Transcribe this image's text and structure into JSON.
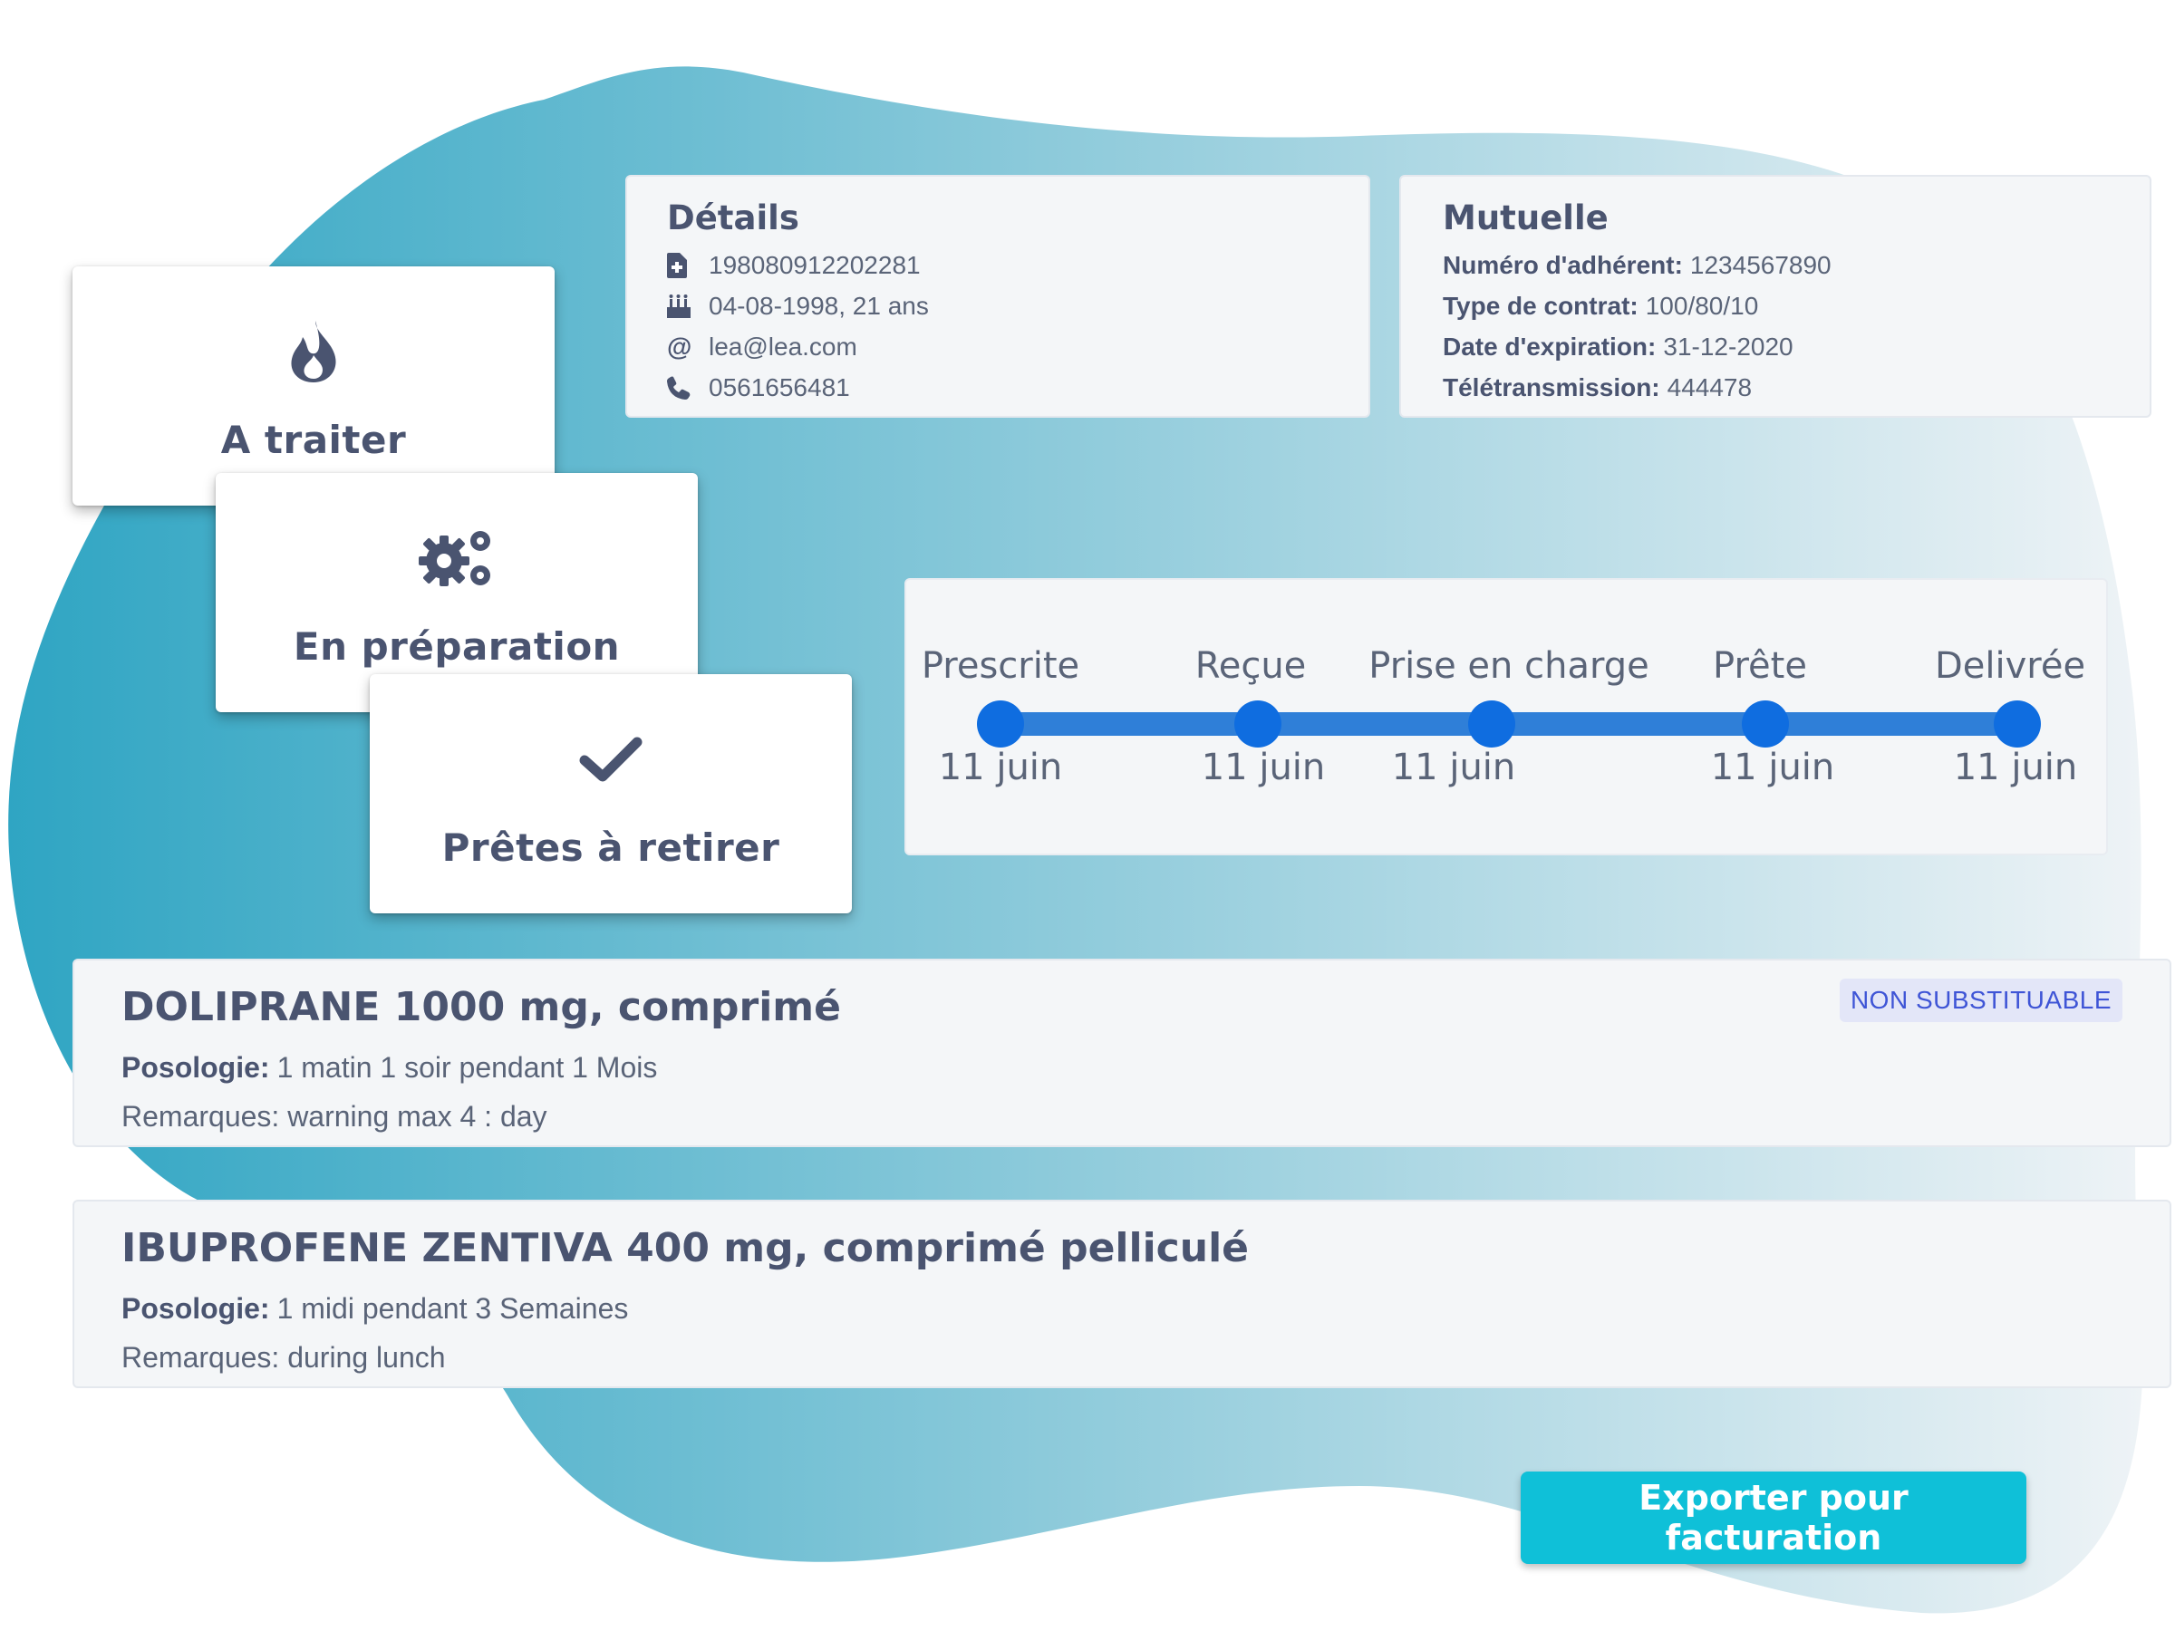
{
  "colors": {
    "accent": "#0fc0d8",
    "timeline": "#0f6de0",
    "badge_bg": "#e3e6f8",
    "badge_text": "#3f55d6",
    "text": "#4a5470"
  },
  "status_cards": [
    {
      "label": "A traiter",
      "icon": "fire-icon"
    },
    {
      "label": "En préparation",
      "icon": "gears-icon"
    },
    {
      "label": "Prêtes à retirer",
      "icon": "check-icon"
    }
  ],
  "details": {
    "title": "Détails",
    "social_security": "198080912202281",
    "birthdate": "04-08-1998, 21 ans",
    "email": "lea@lea.com",
    "phone": "0561656481"
  },
  "mutuelle": {
    "title": "Mutuelle",
    "rows": [
      {
        "label": "Numéro d'adhérent:",
        "value": "1234567890"
      },
      {
        "label": "Type de contrat:",
        "value": "100/80/10"
      },
      {
        "label": "Date d'expiration:",
        "value": "31-12-2020"
      },
      {
        "label": "Télétransmission:",
        "value": "444478"
      }
    ]
  },
  "timeline": {
    "steps": [
      {
        "label": "Prescrite",
        "date": "11 juin"
      },
      {
        "label": "Reçue",
        "date": "11 juin"
      },
      {
        "label": "Prise en charge",
        "date": "11 juin"
      },
      {
        "label": "Prête",
        "date": "11 juin"
      },
      {
        "label": "Delivrée",
        "date": "11 juin"
      }
    ]
  },
  "medications": [
    {
      "name": "DOLIPRANE 1000 mg, comprimé",
      "posologie_label": "Posologie:",
      "posologie": "1 matin 1 soir pendant 1 Mois",
      "remarques": "Remarques: warning max 4 : day",
      "badge": "NON SUBSTITUABLE"
    },
    {
      "name": "IBUPROFENE ZENTIVA 400 mg, comprimé pelliculé",
      "posologie_label": "Posologie:",
      "posologie": "1 midi pendant 3 Semaines",
      "remarques": "Remarques: during lunch"
    }
  ],
  "export_button": "Exporter pour facturation"
}
